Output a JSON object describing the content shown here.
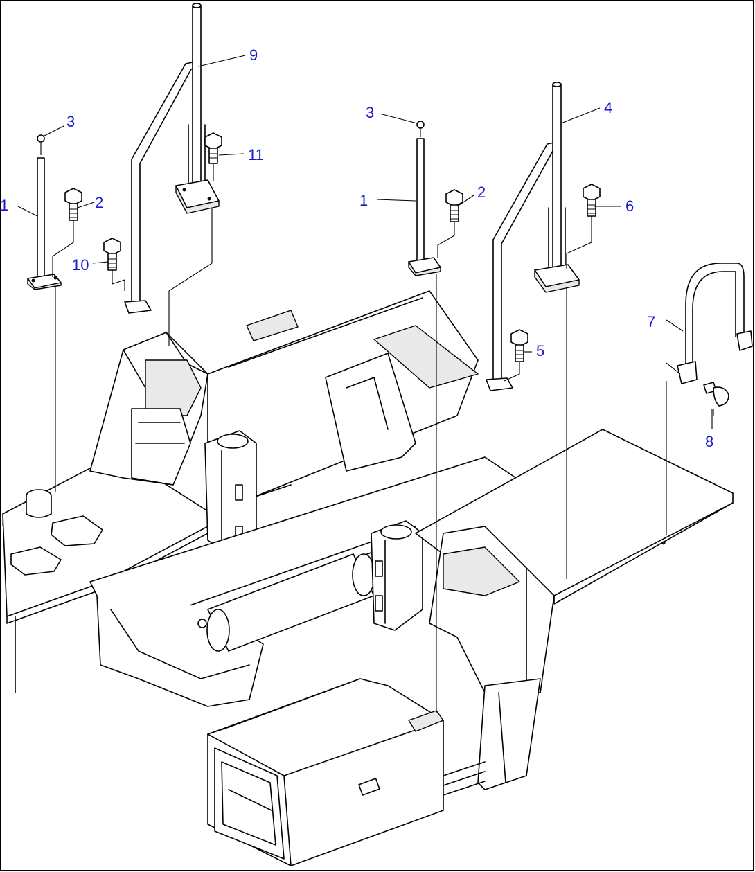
{
  "callouts": [
    {
      "id": "c1a",
      "text": "1"
    },
    {
      "id": "c1b",
      "text": "1"
    },
    {
      "id": "c2a",
      "text": "2"
    },
    {
      "id": "c2b",
      "text": "2"
    },
    {
      "id": "c3a",
      "text": "3"
    },
    {
      "id": "c3b",
      "text": "3"
    },
    {
      "id": "c4",
      "text": "4"
    },
    {
      "id": "c5",
      "text": "5"
    },
    {
      "id": "c6",
      "text": "6"
    },
    {
      "id": "c7",
      "text": "7"
    },
    {
      "id": "c8",
      "text": "8"
    },
    {
      "id": "c9",
      "text": "9"
    },
    {
      "id": "c10",
      "text": "10"
    },
    {
      "id": "c11",
      "text": "11"
    }
  ],
  "colors": {
    "callout": "#1a1ad0",
    "line": "#000000",
    "background": "#ffffff"
  }
}
